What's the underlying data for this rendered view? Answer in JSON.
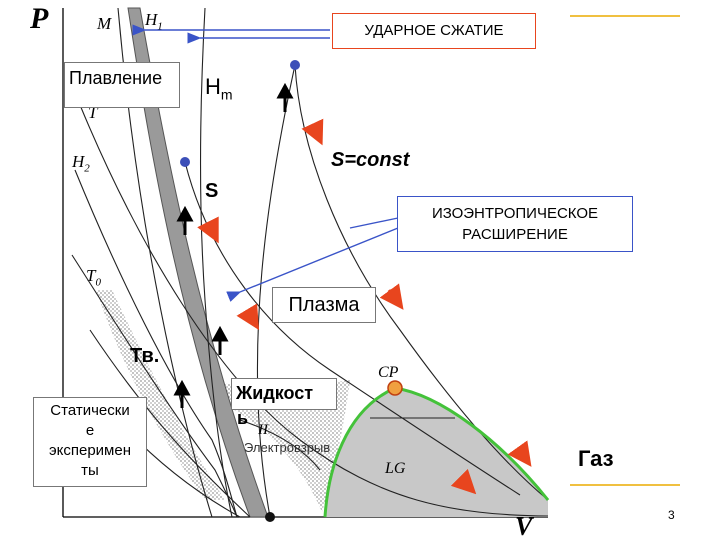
{
  "axes": {
    "y_label": "P",
    "x_label": "V"
  },
  "curve_labels": {
    "M": "M",
    "H1": "H",
    "H1_sub": "1",
    "H2": "H",
    "H2_sub": "2",
    "T": "T",
    "T0": "T",
    "T0_sub": "0",
    "II": "II",
    "CP": "CP",
    "LG": "LG",
    "Hm": "H",
    "Hm_sub": "m",
    "S": "S"
  },
  "boxes": {
    "shock": "УДАРНОЕ СЖАТИЕ",
    "melting": "Плавление",
    "isentropic_line1": "ИЗОЭНТРОПИЧЕСКОЕ",
    "isentropic_line2": "РАСШИРЕНИЕ",
    "plasma": "Плазма",
    "liquid_line1": "Жидкост",
    "liquid_line2": "ь",
    "static_line1": "Статически",
    "static_line2": "е",
    "static_line3": "эксперимен",
    "static_line4": "ты"
  },
  "labels": {
    "s_const": "S=const",
    "solid": "Тв.",
    "gas": "Газ",
    "electroexplosion": "Электровзрыв",
    "page_number": "3"
  },
  "colors": {
    "arrow_red": "#e8451e",
    "connector_blue": "#3a54c8",
    "binodal_green": "#44c23a",
    "critical_point": "#f0a040",
    "point_blue": "#3c4fb8",
    "gray_region": "#c8c8c8"
  }
}
